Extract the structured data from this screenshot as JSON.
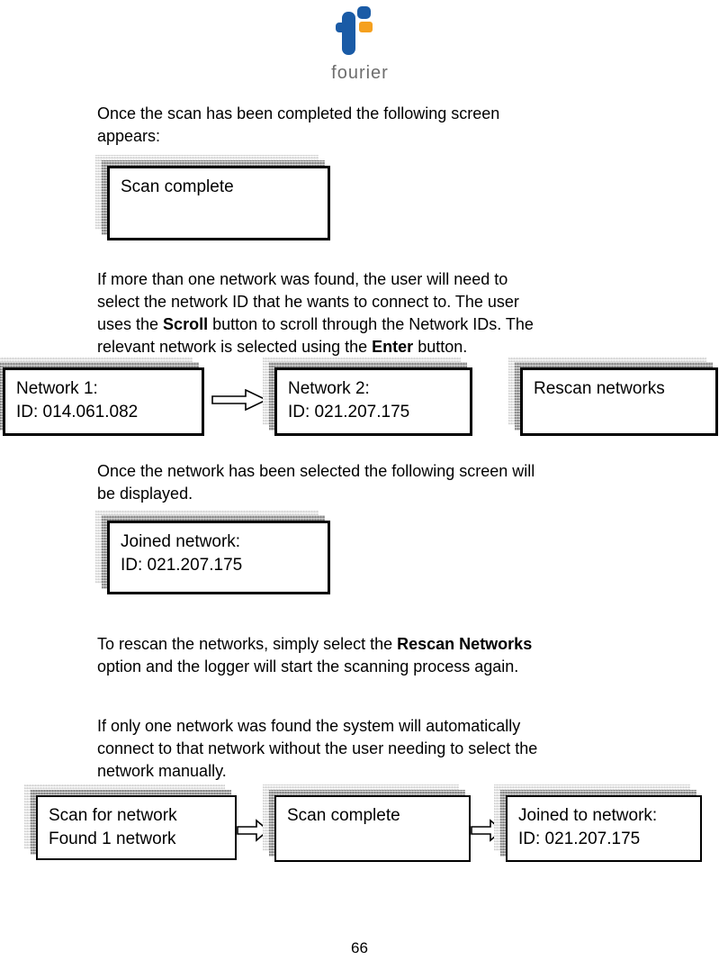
{
  "logo": {
    "brand": "fourier",
    "blue": "#1A5BA6",
    "orange": "#F5A01E",
    "wordmark_color": "#6E6E6E"
  },
  "page_number": "66",
  "paragraphs": {
    "scan_complete_intro": [
      {
        "text": "Once the scan has been completed the following screen\nappears:",
        "bold": false
      }
    ],
    "multiple_networks": [
      {
        "text": "If more than one network was found, the user will need to\nselect the network ID that he wants to connect to. The user\nuses the ",
        "bold": false
      },
      {
        "text": "Scroll",
        "bold": true
      },
      {
        "text": " button to scroll through the Network IDs. The\nrelevant network is selected using the ",
        "bold": false
      },
      {
        "text": "Enter",
        "bold": true
      },
      {
        "text": " button.",
        "bold": false
      }
    ],
    "network_selected": [
      {
        "text": "Once the network has been selected the following screen will\nbe displayed.",
        "bold": false
      }
    ],
    "rescan_instructions": [
      {
        "text": "To rescan the networks, simply select the ",
        "bold": false
      },
      {
        "text": "Rescan Networks",
        "bold": true
      },
      {
        "text": "\noption and the logger will start the scanning process again.",
        "bold": false
      }
    ],
    "single_network": [
      {
        "text": "If only one network was found the system will automatically\nconnect to that network without the user needing to select the\nnetwork manually.",
        "bold": false
      }
    ]
  },
  "screens": {
    "scan_complete_top": "Scan complete",
    "network_1": "Network 1:\nID: 014.061.082",
    "network_2": "Network 2:\nID: 021.207.175",
    "rescan_networks": "Rescan networks",
    "joined_network": "Joined network:\nID: 021.207.175",
    "scan_for_network": "Scan for network\nFound 1 network",
    "scan_complete_bottom": "Scan complete",
    "joined_to_network": "Joined to network:\nID: 021.207.175"
  }
}
